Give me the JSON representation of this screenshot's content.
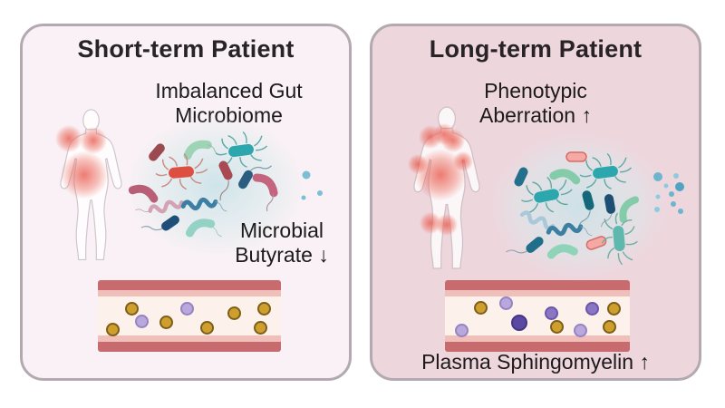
{
  "figure": {
    "type": "graphical-abstract",
    "background": "#ffffff"
  },
  "panels": [
    {
      "title": "Short-term Patient",
      "labels": {
        "microbiome_line1": "Imbalanced Gut",
        "microbiome_line2": "Microbiome",
        "metabolite_line1": "Microbial",
        "metabolite_line2": "Butyrate ↓"
      },
      "colors": {
        "bg": "#f9f1f5",
        "border": "#b2aab0"
      },
      "human_figure": {
        "inflammation_spots": 3,
        "style": "outline"
      },
      "microbiome_cluster": {
        "dominant_colors": [
          "red",
          "maroon",
          "teal",
          "dark-blue",
          "rose"
        ],
        "free_dots": 3
      },
      "vessel": {
        "butyrate_particles_gold": 7,
        "sphingomyelin_particles_purple": 2
      }
    },
    {
      "title": "Long-term Patient",
      "labels": {
        "phenotype_line1": "Phenotypic",
        "phenotype_line2": "Aberration ↑",
        "plasma_label": "Plasma Sphingomyelin ↑"
      },
      "colors": {
        "bg": "#eed6dd",
        "border": "#b2aab0"
      },
      "human_figure": {
        "inflammation_spots": 8,
        "style": "filled"
      },
      "microbiome_cluster": {
        "dominant_colors": [
          "teal",
          "green",
          "dark-teal",
          "salmon"
        ],
        "free_dots": 9
      },
      "vessel": {
        "butyrate_particles_gold": 4,
        "sphingomyelin_particles_purple": 6
      }
    }
  ],
  "icons": {
    "human_figure": "silhouette",
    "inflammation_spot": "red-radial-glow",
    "bacterium_rod": "capsule",
    "bacterium_flagellated": "capsule-with-spikes",
    "bacterium_curved": "worm",
    "bacterium_spiral": "squiggle",
    "blood_vessel": "horizontal-tube",
    "butyrate_particle": "gold-circle",
    "sphingomyelin_particle": "purple-circle",
    "down_arrow": "↓",
    "up_arrow": "↑"
  },
  "palette": {
    "inflammation": "#e8584b",
    "vessel_wall": "#c76b6f",
    "vessel_wall_light": "#f0bfba",
    "vessel_lumen": "#fdf1ec",
    "butyrate_gold": "#cf9f2e",
    "sphingomyelin_light": "#b9a8db",
    "sphingomyelin_medium": "#8977c5",
    "sphingomyelin_dark": "#5b48a2",
    "bacteria_teal": "#2ba7ad",
    "bacteria_dark_blue": "#1f4e79",
    "bacteria_red": "#dd4f41",
    "bacteria_salmon": "#f4a9a4"
  }
}
